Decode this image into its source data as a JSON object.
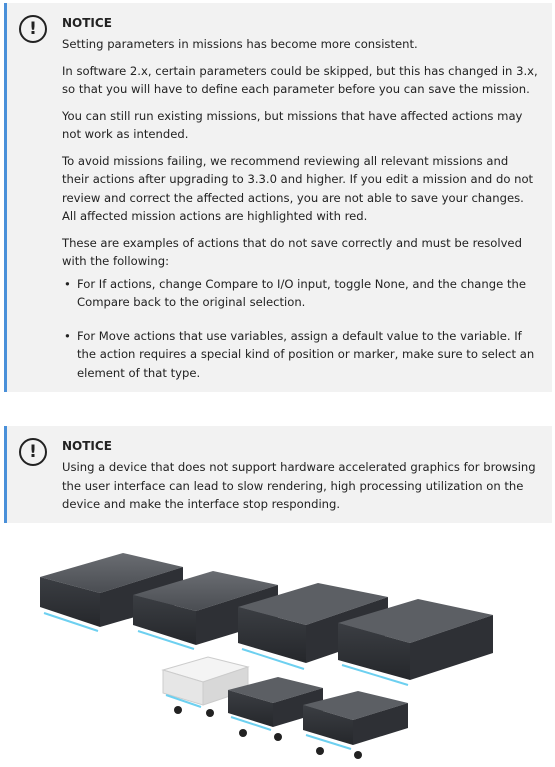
{
  "notice1": {
    "title": "NOTICE",
    "paragraphs": [
      "Setting parameters in missions has become more consistent.",
      "In software 2.x, certain parameters could be skipped, but this has changed in 3.x, so that you will have to define each parameter before you can save the mission.",
      "You can still run existing missions, but missions that have affected actions may not work as intended.",
      "To avoid missions failing, we recommend reviewing all relevant missions and their actions after upgrading to 3.3.0 and higher. If you edit a mission and do not review and correct the affected actions, you are not able to save your changes. All affected mission actions are highlighted with red.",
      "These are examples of actions that do not save correctly and must be resolved with the following:"
    ],
    "bullets": [
      "For If actions, change Compare to I/O input, toggle None, and the change the Compare back to the original selection.",
      "For Move actions that use variables, assign a default value to the variable. If the action requires a special kind of position or marker, make sure to select an element of that type."
    ]
  },
  "notice2": {
    "title": "NOTICE",
    "text": "Using a device that does not support hardware accelerated graphics for browsing the user interface can lead to slow rendering, high processing utilization on the device and make the interface stop responding."
  },
  "colors": {
    "accent": "#4a90d9",
    "panel_bg": "#f2f2f2",
    "robot_dark": "#3a3d42",
    "robot_light": "#6dd0f0"
  }
}
